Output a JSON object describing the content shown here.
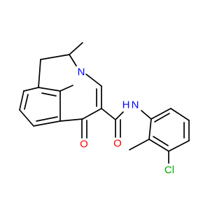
{
  "molecule": {
    "atoms": {
      "N1": {
        "symbol": "N",
        "color": "#0000ff"
      },
      "O1": {
        "symbol": "O",
        "color": "#ff0000"
      },
      "NH": {
        "symbol": "N",
        "color": "#0000ff"
      },
      "H": {
        "symbol": "H",
        "color": "#0000ff"
      },
      "Cl": {
        "symbol": "Cl",
        "color": "#00aa00"
      }
    },
    "bond_color": "#000000"
  }
}
